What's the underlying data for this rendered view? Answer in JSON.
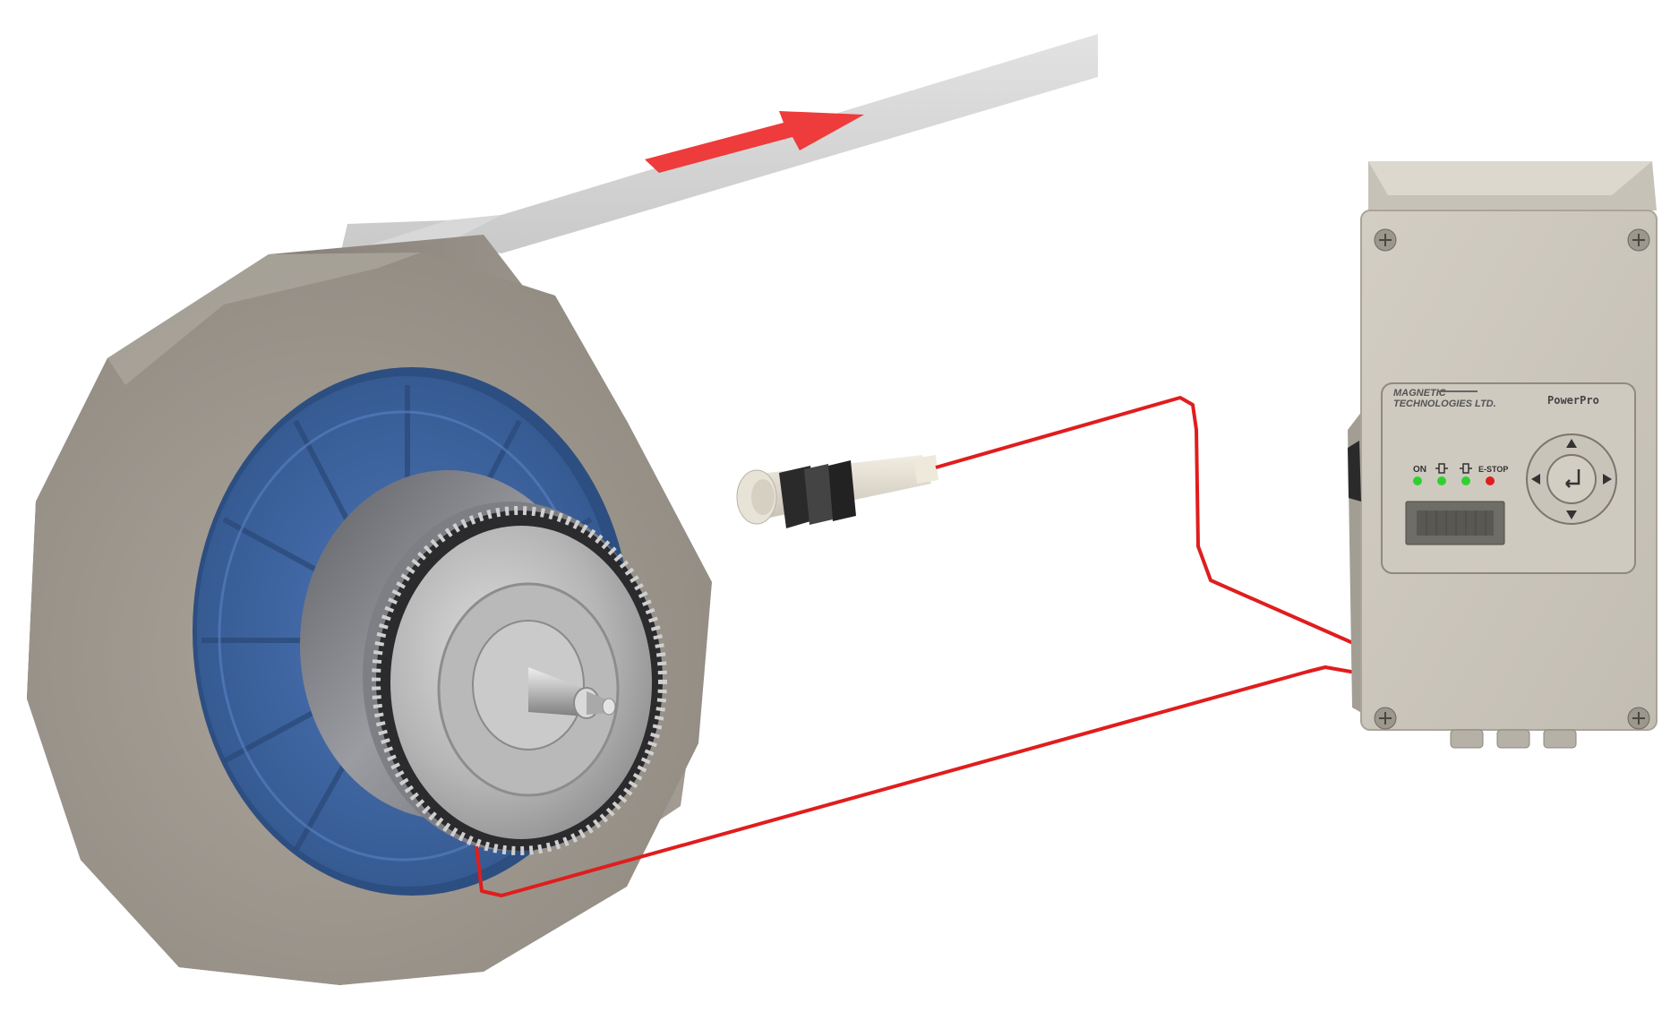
{
  "controller": {
    "brand_line1": "MAGNETIC",
    "brand_line2": "TECHNOLOGIES LTD.",
    "model": "PowerPro",
    "indicators": {
      "on": "ON",
      "estop": "E-STOP"
    }
  },
  "colors": {
    "web_arrow": "#ee3b3b",
    "cable": "#e01d1d",
    "hub_blue": "#3f66a8",
    "roll_grey": "#9c958b",
    "led_green": "#2fd12f",
    "led_red": "#e01d1d"
  },
  "icons": {
    "direction": "arrow-right-icon",
    "keypad": "dpad-icon",
    "enter": "enter-icon",
    "relay": "relay-symbol-icon"
  }
}
